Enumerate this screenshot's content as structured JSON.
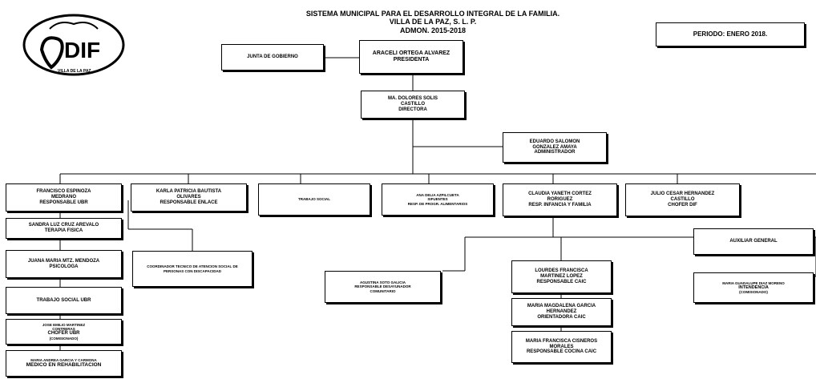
{
  "header": {
    "line1": "SISTEMA MUNICIPAL PARA EL DESARROLLO INTEGRAL DE LA FAMILIA.",
    "line2": "VILLA DE LA PAZ, S. L. P.",
    "line3": "ADMON. 2015-2018"
  },
  "logo": {
    "text": "DIF",
    "caption": "VILLA DE LA PAZ"
  },
  "periodo": "PERIODO: ENERO 2018.",
  "junta": "JUNTA DE GOBIERNO",
  "presidenta": {
    "name": "ARACELI ORTEGA ALVAREZ",
    "role": "PRESIDENTA"
  },
  "directora": {
    "name1": "MA. DOLORES SOLIS",
    "name2": "CASTILLO",
    "role": "DIRECTORA"
  },
  "administrador": {
    "name1": "EDUARDO SALOMON",
    "name2": "GONZALEZ AMAYA",
    "role": "ADMINISTRADOR"
  },
  "ubr": {
    "name1": "FRANCISCO ESPINOZA",
    "name2": "MEDRANO",
    "role": "RESPONSABLE UBR"
  },
  "enlace": {
    "name1": "KARLA PATRICIA BAUTISTA",
    "name2": "OLIVARES",
    "role": "RESPONSABLE ENLACE"
  },
  "trabajo_social": "TRABAJO SOCIAL",
  "alimentarios": {
    "name1": "ANA DELIA AZPILCUETA",
    "name2": "SIFUENTES",
    "role": "RESP. DE PROGR. ALIMENTARIOS"
  },
  "infancia": {
    "name1": "CLAUDIA YANETH CORTEZ",
    "name2": "RORIGUEZ",
    "role": "RESP. INFANCIA Y FAMILIA"
  },
  "chofer": {
    "name1": "JULIO CESAR HERNANDEZ",
    "name2": "CASTILLO",
    "role": "CHOFER DIF"
  },
  "terapia": {
    "name": "SANDRA LUZ CRUZ AREVALO",
    "role": "TERAPIA FISICA"
  },
  "psicologa": {
    "name": "JUANA MARIA MTZ. MENDOZA",
    "role": "PSICOLOGA"
  },
  "ts_ubr": "TRABAJO SOCIAL UBR",
  "chofer_ubr": {
    "name1": "JOSE EMILIO MARTINEZ",
    "name2": "CONTRERAS",
    "role": "CHOFER UBR",
    "note": "(COMISIONADO)"
  },
  "medico": {
    "name": "MARIA ANDREA GARCIA Y CARMONA",
    "role": "MEDICO EN REHABILITACION"
  },
  "coordinador": "COORDINADOR TECNICO DE ATENCION SOCIAL DE PERSONAS CON DISCAPACIDAD",
  "desayunador": {
    "name": "AGUSTINA SOTO GALICIA",
    "role1": "RESPONSABLE DESAYUNADOR",
    "role2": "COMUNITARIO"
  },
  "caic": {
    "name1": "LOURDES FRANCISCA",
    "name2": "MARTINEZ LOPEZ",
    "role": "RESPONSABLE CAIC"
  },
  "orientadora": {
    "name1": "MARIA MAGDALENA GARCIA",
    "name2": "HERNANDEZ",
    "role": "ORIENTADORA CAIC"
  },
  "cocina": {
    "name1": "MARIA FRANCISCA CISNEROS",
    "name2": "MORALES",
    "role": "RESPONSABLE COCINA CAIC"
  },
  "auxiliar": "AUXILIAR GENERAL",
  "intendencia": {
    "name": "MARIA GUADALUPE DIAZ MORENO",
    "role": "INTENDENCIA",
    "note": "(COMISIONADO)"
  }
}
